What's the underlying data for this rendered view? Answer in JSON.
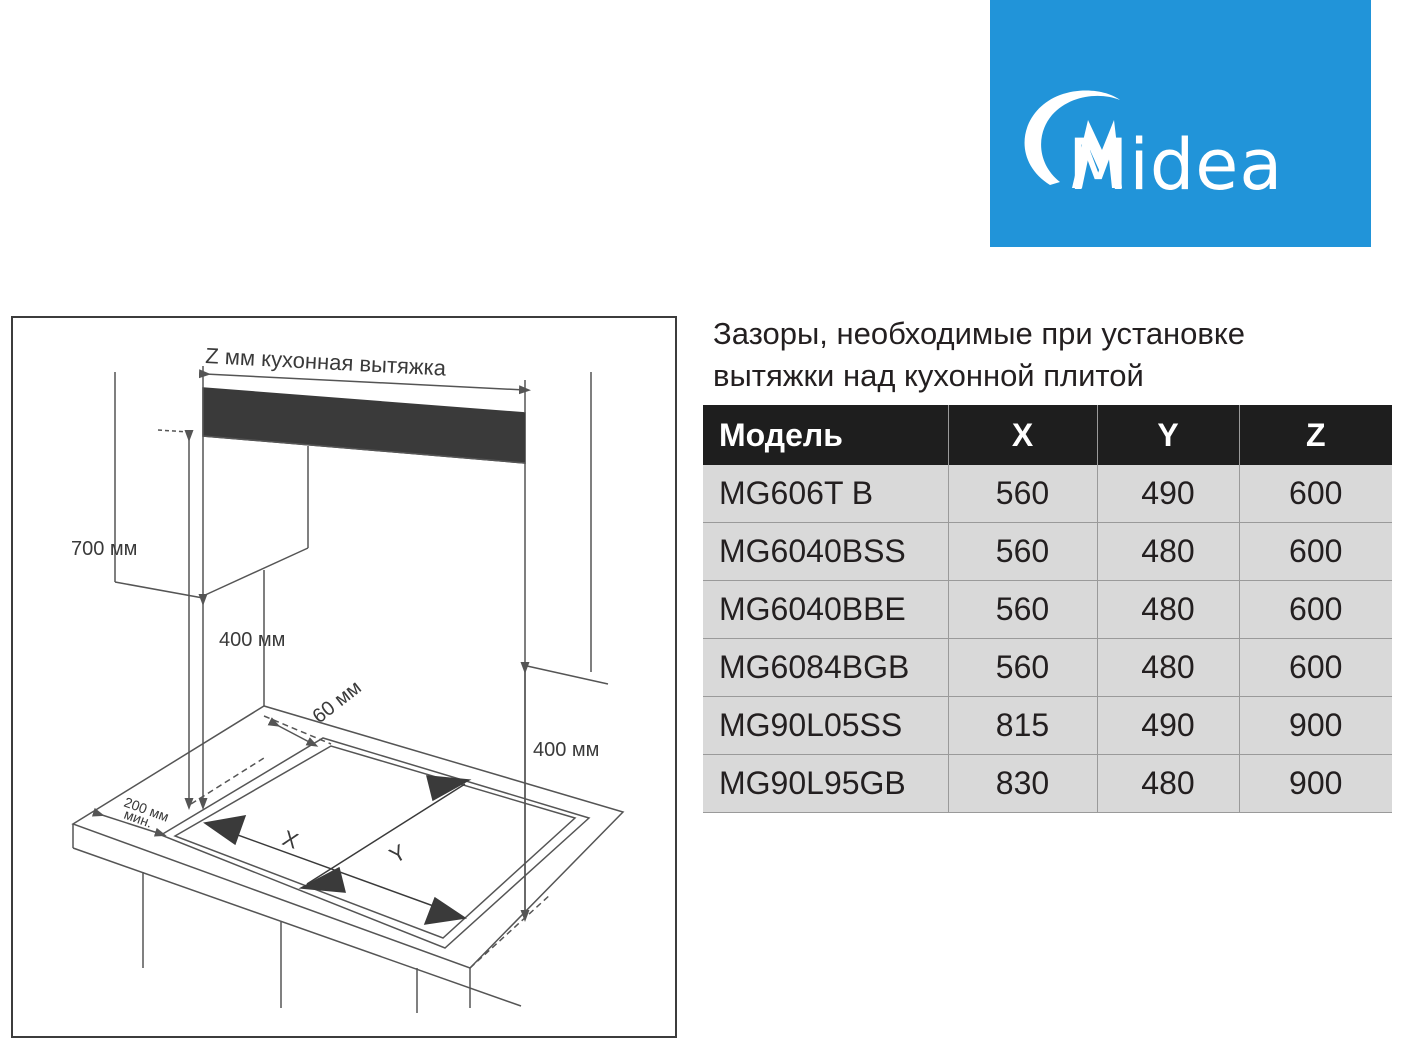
{
  "brand": {
    "name": "Midea",
    "background_color": "#2194d9"
  },
  "heading": {
    "line1": "Зазоры, необходимые при установке",
    "line2": "вытяжки над кухонной плитой"
  },
  "table": {
    "headers": [
      "Модель",
      "X",
      "Y",
      "Z"
    ],
    "rows": [
      [
        "MG606T B",
        "560",
        "490",
        "600"
      ],
      [
        "MG6040BSS",
        "560",
        "480",
        "600"
      ],
      [
        "MG6040BBE",
        "560",
        "480",
        "600"
      ],
      [
        "MG6084BGB",
        "560",
        "480",
        "600"
      ],
      [
        "MG90L05SS",
        "815",
        "490",
        "900"
      ],
      [
        "MG90L95GB",
        "830",
        "480",
        "900"
      ]
    ]
  },
  "diagram": {
    "hood_label": "Z мм кухонная вытяжка",
    "label_700": "700 мм",
    "label_400_left": "400 мм",
    "label_400_right": "400 мм",
    "label_60": "60 мм",
    "label_200_a": "200 мм",
    "label_200_b": "мин.",
    "label_x": "X",
    "label_y": "Y"
  }
}
